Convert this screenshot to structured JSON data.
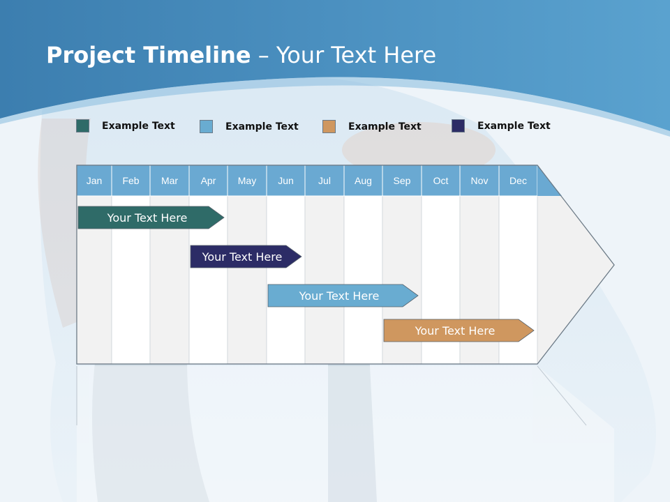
{
  "title": {
    "bold": "Project Timeline",
    "rest": " – Your Text Here"
  },
  "legend": [
    {
      "label": "Example Text",
      "color": "#2f6b68"
    },
    {
      "label": "Example Text",
      "color": "#69acd1"
    },
    {
      "label": "Example Text",
      "color": "#cf975f"
    },
    {
      "label": "Example Text",
      "color": "#2c2c66"
    }
  ],
  "months": [
    "Jan",
    "Feb",
    "Mar",
    "Apr",
    "May",
    "Jun",
    "Jul",
    "Aug",
    "Sep",
    "Oct",
    "Nov",
    "Dec"
  ],
  "bars": [
    {
      "label": "Your  Text Here",
      "color": "#2f6b68",
      "start": "Jan",
      "end": "Apr"
    },
    {
      "label": "Your  Text Here",
      "color": "#2c2c66",
      "start": "Apr",
      "end": "Jun"
    },
    {
      "label": "Your  Text Here",
      "color": "#69acd1",
      "start": "Jun",
      "end": "Sep"
    },
    {
      "label": "Your  Text Here",
      "color": "#cf975f",
      "start": "Sep",
      "end": "Dec"
    }
  ],
  "colors": {
    "header_band": "#4a8fbf",
    "month_header": "#6aa9d2",
    "grid_shaded": "#f2f2f2",
    "grid_white": "#ffffff"
  }
}
